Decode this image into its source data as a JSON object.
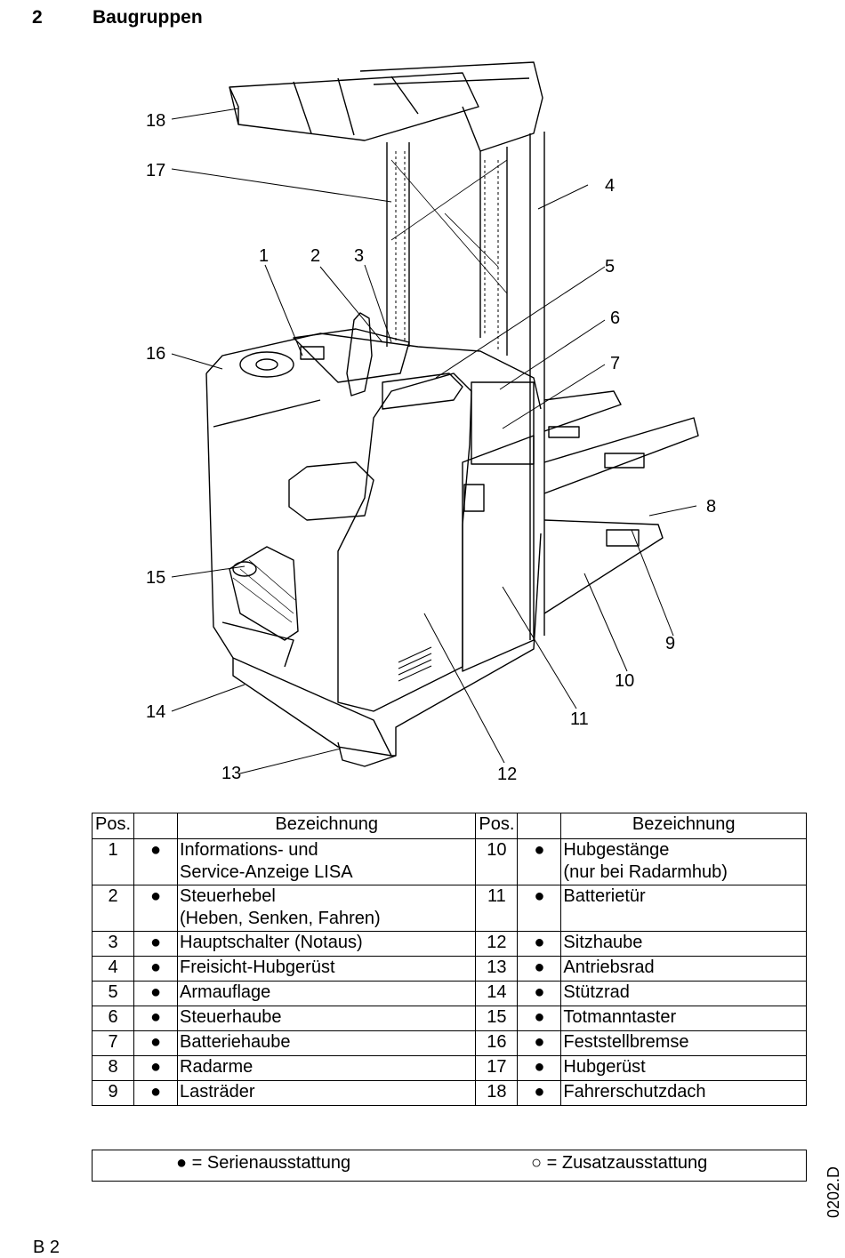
{
  "header": {
    "section_number": "2",
    "section_title": "Baugruppen"
  },
  "figure": {
    "callouts": [
      "1",
      "2",
      "3",
      "4",
      "5",
      "6",
      "7",
      "8",
      "9",
      "10",
      "11",
      "12",
      "13",
      "14",
      "15",
      "16",
      "17",
      "18"
    ]
  },
  "table": {
    "headers": {
      "pos": "Pos.",
      "name": "Bezeichnung"
    },
    "rows": [
      {
        "left": {
          "pos": "1",
          "dot": "●",
          "name": [
            "Informations- und",
            "Service-Anzeige LISA"
          ]
        },
        "right": {
          "pos": "10",
          "dot": "●",
          "name": [
            "Hubgestänge",
            "(nur bei Radarmhub)"
          ]
        }
      },
      {
        "left": {
          "pos": "2",
          "dot": "●",
          "name": [
            "Steuerhebel",
            "(Heben, Senken, Fahren)"
          ]
        },
        "right": {
          "pos": "11",
          "dot": "●",
          "name": [
            "Batterietür",
            ""
          ]
        }
      },
      {
        "left": {
          "pos": "3",
          "dot": "●",
          "name": [
            "Hauptschalter (Notaus)"
          ]
        },
        "right": {
          "pos": "12",
          "dot": "●",
          "name": [
            "Sitzhaube"
          ]
        }
      },
      {
        "left": {
          "pos": "4",
          "dot": "●",
          "name": [
            "Freisicht-Hubgerüst"
          ]
        },
        "right": {
          "pos": "13",
          "dot": "●",
          "name": [
            "Antriebsrad"
          ]
        }
      },
      {
        "left": {
          "pos": "5",
          "dot": "●",
          "name": [
            "Armauflage"
          ]
        },
        "right": {
          "pos": "14",
          "dot": "●",
          "name": [
            "Stützrad"
          ]
        }
      },
      {
        "left": {
          "pos": "6",
          "dot": "●",
          "name": [
            "Steuerhaube"
          ]
        },
        "right": {
          "pos": "15",
          "dot": "●",
          "name": [
            "Totmanntaster"
          ]
        }
      },
      {
        "left": {
          "pos": "7",
          "dot": "●",
          "name": [
            "Batteriehaube"
          ]
        },
        "right": {
          "pos": "16",
          "dot": "●",
          "name": [
            "Feststellbremse"
          ]
        }
      },
      {
        "left": {
          "pos": "8",
          "dot": "●",
          "name": [
            "Radarme"
          ]
        },
        "right": {
          "pos": "17",
          "dot": "●",
          "name": [
            "Hubgerüst"
          ]
        }
      },
      {
        "left": {
          "pos": "9",
          "dot": "●",
          "name": [
            "Lasträder"
          ]
        },
        "right": {
          "pos": "18",
          "dot": "●",
          "name": [
            "Fahrerschutzdach"
          ]
        }
      }
    ]
  },
  "legend": {
    "standard": "● = Serienausstattung",
    "optional": "○ = Zusatzausstattung"
  },
  "doc_id": "0202.D",
  "page_number": "B 2"
}
